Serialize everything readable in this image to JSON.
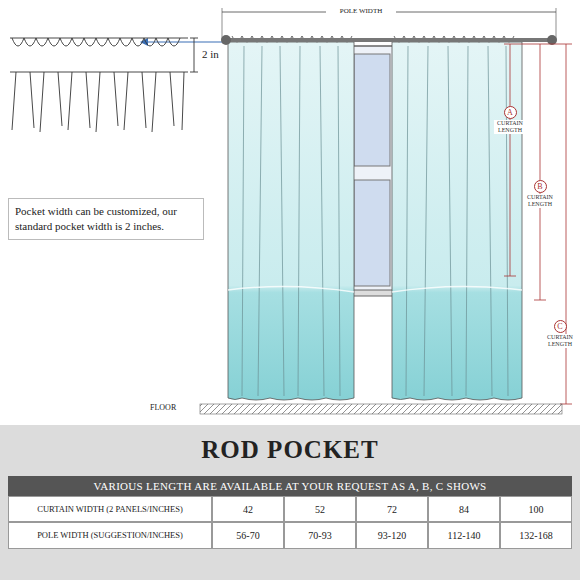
{
  "diagram": {
    "title": "ROD POCKET",
    "nodes": [
      {
        "text": [
          "Pocket width can be customized, our standard pocket width is 2 inches."
        ]
      },
      {
        "text": [
          "A",
          "CURTAIN LENGTH"
        ]
      },
      {
        "text": [
          "B",
          "CURTAIN LENGTH"
        ]
      },
      {
        "text": [
          "C",
          "CURTAIN LENGTH"
        ]
      },
      {
        "text": [
          "VARIOUS LENGTH ARE AVAILABLE AT YOUR REQUEST AS A, B, C SHOWS"
        ]
      }
    ],
    "labels": [
      "POLE WIDTH",
      "2 in",
      "FLOOR",
      "CURTAIN WIDTH (2 PANELS/INCHES)",
      "42",
      "52",
      "72",
      "84",
      "100",
      "POLE WIDTH (SUGGESTION/INCHES)",
      "56-70",
      "70-93",
      "93-120",
      "112-140",
      "132-168"
    ]
  }
}
